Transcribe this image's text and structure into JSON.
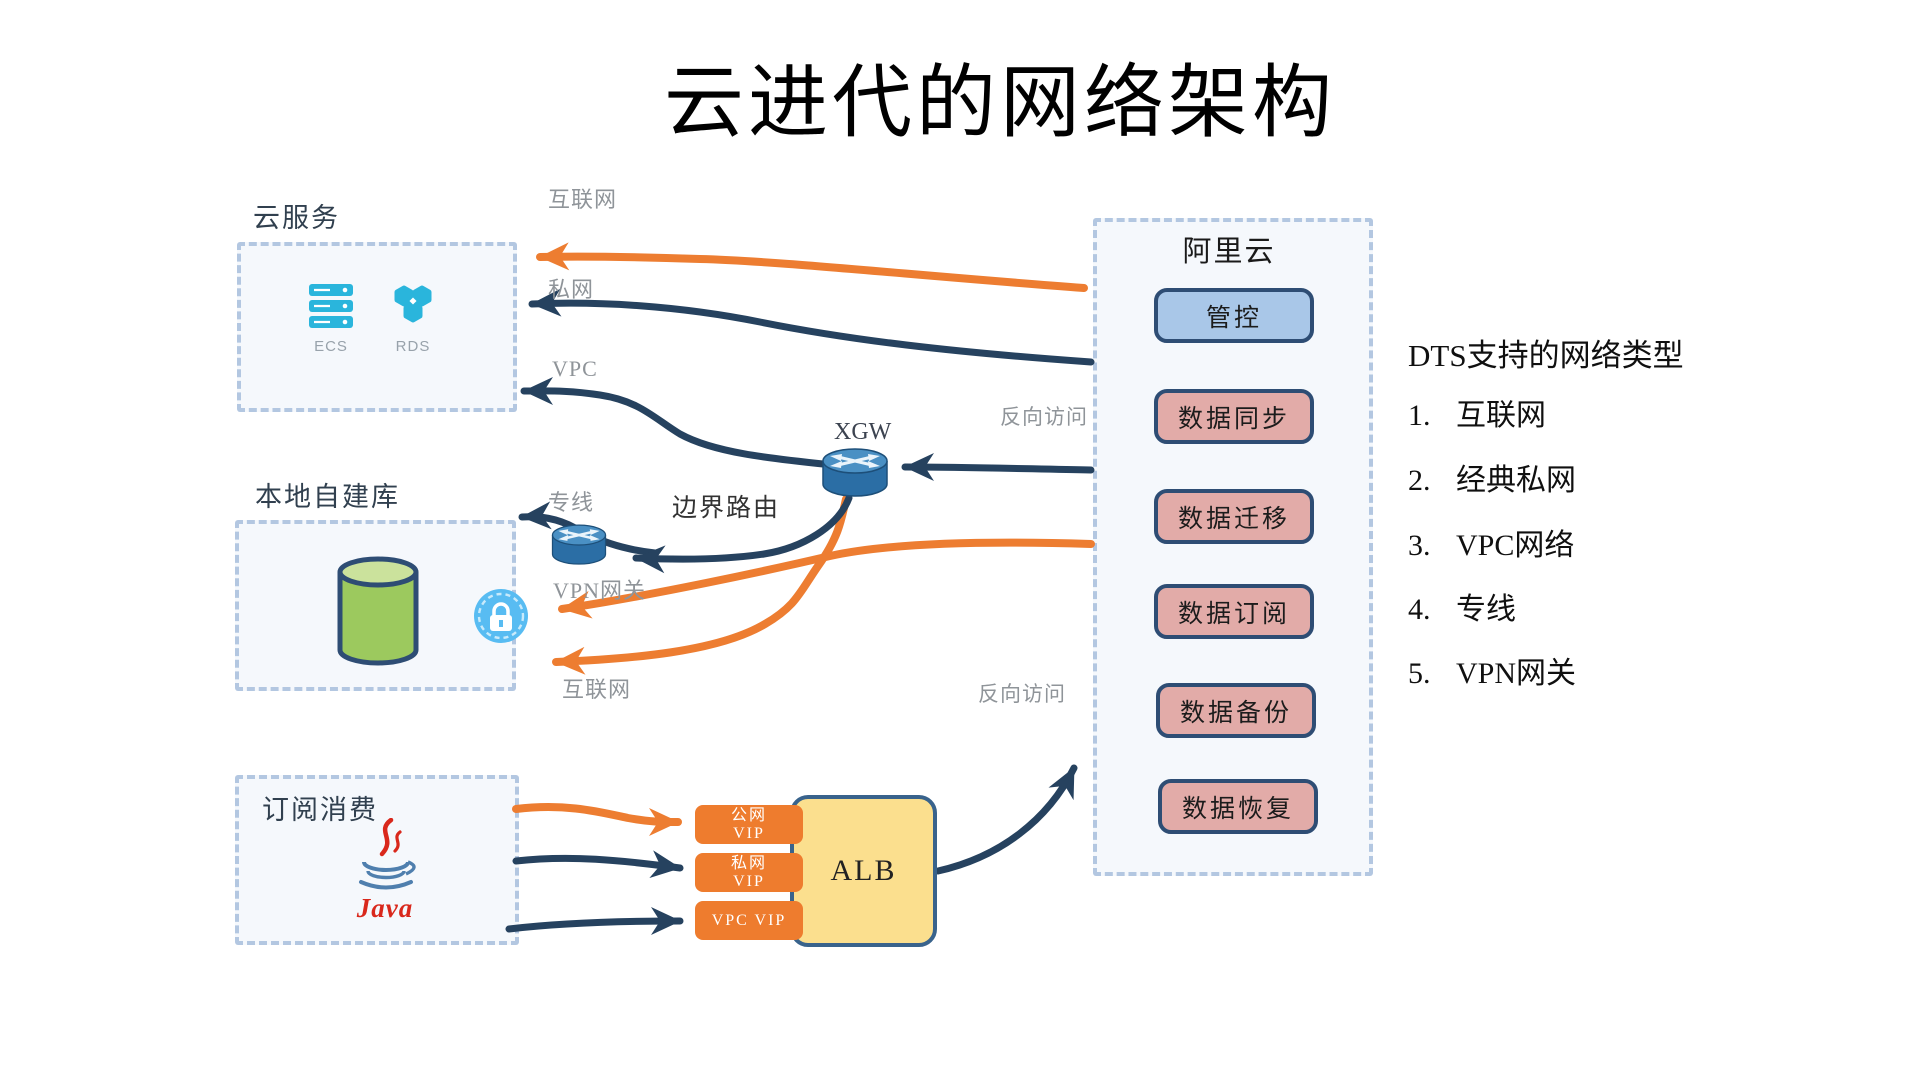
{
  "title": "云进代的网络架构",
  "icons": {
    "ecs": "server-stack-icon",
    "rds": "cluster-icon",
    "local_db": "database-cylinder-icon",
    "vpn": "vpn-lock-icon",
    "xgw": "router-icon",
    "border_router": "router-icon",
    "java": "java-logo-icon"
  },
  "colors": {
    "navy": "#26425f",
    "orange": "#ed7d31",
    "dashed_border": "#b3c7e1",
    "panel_fill": "#f5f8fc",
    "pink_button": "#e2aba8",
    "blue_button": "#a9c7e8",
    "button_border": "#2e4d74",
    "alb_fill": "#fbdf8e",
    "alb_border": "#39638c",
    "vip_fill": "#ee7c2e",
    "db_green": "#9cc95e",
    "icon_cyan": "#2ab5dc",
    "label_gray": "#8f9499"
  },
  "cloud_service": {
    "label": "云服务",
    "ecs": "ECS",
    "rds": "RDS"
  },
  "local_db": {
    "label": "本地自建库"
  },
  "subscribe": {
    "label": "订阅消费",
    "java": "Java"
  },
  "aliyun": {
    "label": "阿里云",
    "control": "管控",
    "buttons": [
      "数据同步",
      "数据迁移",
      "数据订阅",
      "数据备份",
      "数据恢复"
    ]
  },
  "alb": {
    "label": "ALB",
    "vip1_line1": "公网",
    "vip1_line2": "VIP",
    "vip2_line1": "私网",
    "vip2_line2": "VIP",
    "vip3": "VPC VIP"
  },
  "nodes": {
    "xgw": "XGW",
    "border_router": "边界路由"
  },
  "edge_labels": {
    "internet_top": "互联网",
    "private_net": "私网",
    "vpc": "VPC",
    "leased_line": "专线",
    "vpn_gateway": "VPN网关",
    "internet_bottom": "互联网",
    "reverse_access_1": "反向访问",
    "reverse_access_2": "反向访问"
  },
  "dts": {
    "heading": "DTS支持的网络类型",
    "items": [
      {
        "num": "1.",
        "text": "互联网"
      },
      {
        "num": "2.",
        "text": "经典私网"
      },
      {
        "num": "3.",
        "text": "VPC网络"
      },
      {
        "num": "4.",
        "text": "专线"
      },
      {
        "num": "5.",
        "text": "VPN网关"
      }
    ]
  }
}
